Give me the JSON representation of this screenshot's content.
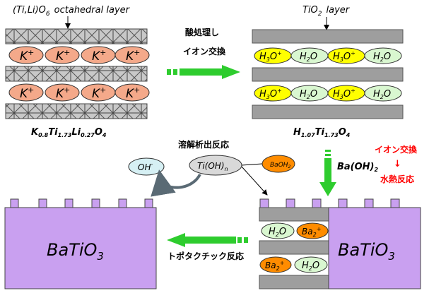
{
  "diagram": {
    "top_left": {
      "label_layer_prefix": "(Ti,Li)O",
      "label_layer_sub": "6",
      "label_layer_suffix": "octahedral layer",
      "cation": "K",
      "charge": "+",
      "formula": {
        "p1": "K",
        "s1": "0.8",
        "p2": "Ti",
        "s2": "1.73",
        "p3": "Li",
        "s3": "0.27",
        "p4": "O",
        "s4": "4"
      }
    },
    "top_right": {
      "label_layer_prefix": "TiO",
      "label_layer_sub": "2",
      "label_layer_suffix": "layer",
      "h3o_main": "H",
      "h3o_sub": "3",
      "h3o_tail": "O",
      "h3o_sup": "+",
      "h2o_main": "H",
      "h2o_sub": "2",
      "h2o_tail": "O",
      "formula": {
        "p1": "H",
        "s1": "1.07",
        "p2": "Ti",
        "s2": "1.73",
        "p3": "O",
        "s3": "4"
      }
    },
    "step1": {
      "line1": "酸処理し",
      "line2": "イオン交換"
    },
    "step2": {
      "reagent_main": "Ba(OH)",
      "reagent_sub": "2"
    },
    "side_note": {
      "line1": "イオン交換",
      "arrow": "↓",
      "line2": "水熱反応"
    },
    "dissolution": {
      "title": "溶解析出反応",
      "oh_main": "OH",
      "oh_sup": "-",
      "tioh_main": "Ti(OH)",
      "tioh_sub": "n",
      "baoh_main": "BaOH",
      "baoh_sub": "2"
    },
    "bottom_right": {
      "bulk_main": "BaTiO",
      "bulk_sub": "3",
      "ba_main": "Ba",
      "ba_sub": "2",
      "ba_sup": "+",
      "h2o_main": "H",
      "h2o_sub": "2",
      "h2o_tail": "O"
    },
    "step3": {
      "label": "トポタクチック反応"
    },
    "bottom_left": {
      "bulk_main": "BaTiO",
      "bulk_sub": "3"
    },
    "colors": {
      "k_fill": "#f4a98a",
      "h3o_fill": "#ffff00",
      "h2o_fill": "#d9f7d0",
      "layer_gray": "#9e9e9e",
      "batio3_fill": "#c9a0f0",
      "ba_fill": "#ff8c00",
      "arrow_green": "#2ecc2e",
      "red_note": "#ff0000"
    }
  }
}
